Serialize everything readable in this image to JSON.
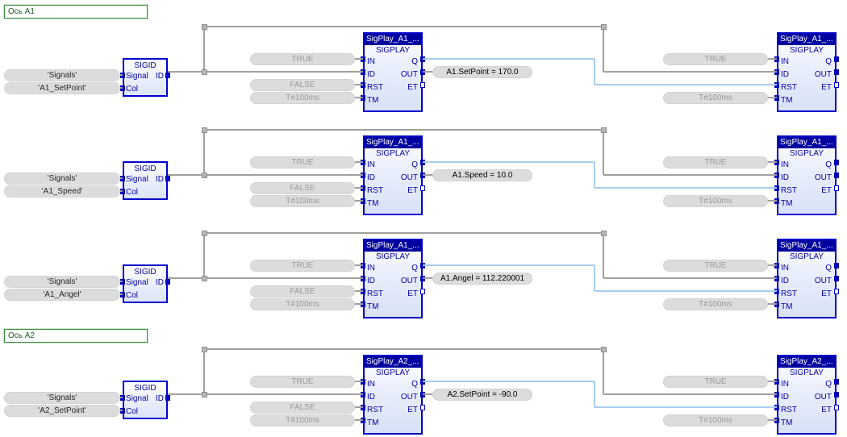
{
  "app": {
    "title": "FBD Online View",
    "canvas_background": "#ffffff",
    "colors": {
      "block_border": "#0000cc",
      "block_title_bar": "#0000a0",
      "pin_text": "#0000aa",
      "wire": "#a0a0a0",
      "wire_active": "#a8cdf0",
      "comment_border": "#3a8a3a",
      "comment_text": "#1f5c1f",
      "pill_fill": "#dcdcdc",
      "pill_text_dim": "#9a9a9a",
      "pill_text_value": "#000000"
    }
  },
  "comments": [
    {
      "id": "comment-a1",
      "text": "Ось A1"
    },
    {
      "id": "comment-a2",
      "text": "Ось A2"
    }
  ],
  "sigid_block": {
    "title": "SIGID",
    "inputs": [
      "Signal",
      "Col"
    ],
    "outputs": [
      "ID"
    ]
  },
  "sigplay_block": {
    "type_name": "SIGPLAY",
    "inputs": [
      "IN",
      "ID",
      "RST",
      "TM"
    ],
    "outputs": [
      "Q",
      "OUT",
      "ET"
    ]
  },
  "rows": [
    {
      "id": "row-a1-setpoint",
      "sigid": {
        "signal_operand": "'Signals'",
        "col_operand": "'A1_SetPoint'"
      },
      "left_block": {
        "instance": "SigPlay_A1_...",
        "type_name": "SIGPLAY",
        "in_operand": "TRUE",
        "rst_operand": "FALSE",
        "tm_operand": "T#100ms",
        "out_value": "A1.SetPoint = 170.0"
      },
      "right_block": {
        "instance": "SigPlay_A1_...",
        "type_name": "SIGPLAY",
        "in_operand": "TRUE",
        "tm_operand": "T#100ms"
      }
    },
    {
      "id": "row-a1-speed",
      "sigid": {
        "signal_operand": "'Signals'",
        "col_operand": "'A1_Speed'"
      },
      "left_block": {
        "instance": "SigPlay_A1_...",
        "type_name": "SIGPLAY",
        "in_operand": "TRUE",
        "rst_operand": "FALSE",
        "tm_operand": "T#100ms",
        "out_value": "A1.Speed = 10.0"
      },
      "right_block": {
        "instance": "SigPlay_A1_...",
        "type_name": "SIGPLAY",
        "in_operand": "TRUE",
        "tm_operand": "T#100ms"
      }
    },
    {
      "id": "row-a1-angel",
      "sigid": {
        "signal_operand": "'Signals'",
        "col_operand": "'A1_Angel'"
      },
      "left_block": {
        "instance": "SigPlay_A1_...",
        "type_name": "SIGPLAY",
        "in_operand": "TRUE",
        "rst_operand": "FALSE",
        "tm_operand": "T#100ms",
        "out_value": "A1.Angel = 112.220001"
      },
      "right_block": {
        "instance": "SigPlay_A1_...",
        "type_name": "SIGPLAY",
        "in_operand": "TRUE",
        "tm_operand": "T#100ms"
      }
    },
    {
      "id": "row-a2-setpoint",
      "sigid": {
        "signal_operand": "'Signals'",
        "col_operand": "'A2_SetPoint'"
      },
      "left_block": {
        "instance": "SigPlay_A2_...",
        "type_name": "SIGPLAY",
        "in_operand": "TRUE",
        "rst_operand": "FALSE",
        "tm_operand": "T#100ms",
        "out_value": "A2.SetPoint = -90.0"
      },
      "right_block": {
        "instance": "SigPlay_A2_...",
        "type_name": "SIGPLAY",
        "in_operand": "TRUE",
        "tm_operand": "T#100ms"
      }
    }
  ]
}
